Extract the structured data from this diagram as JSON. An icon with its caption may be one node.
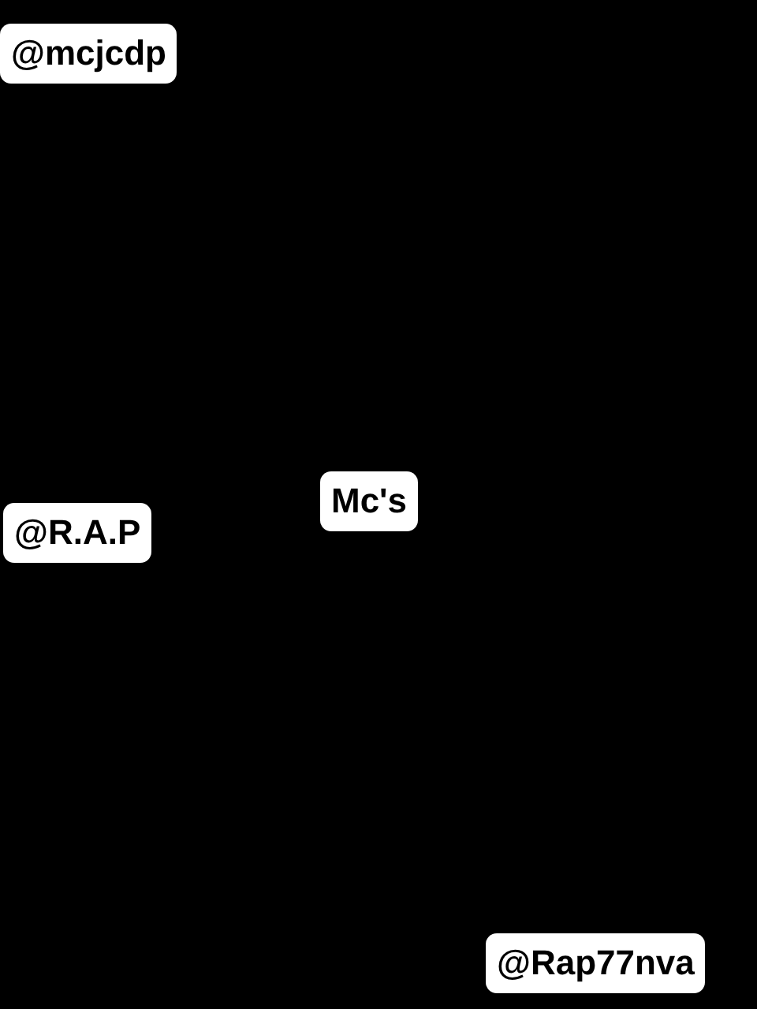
{
  "diagram": {
    "labels": [
      "@mcjcdp",
      "Mc's",
      "@R.A.P",
      "@Rap77nva"
    ]
  }
}
